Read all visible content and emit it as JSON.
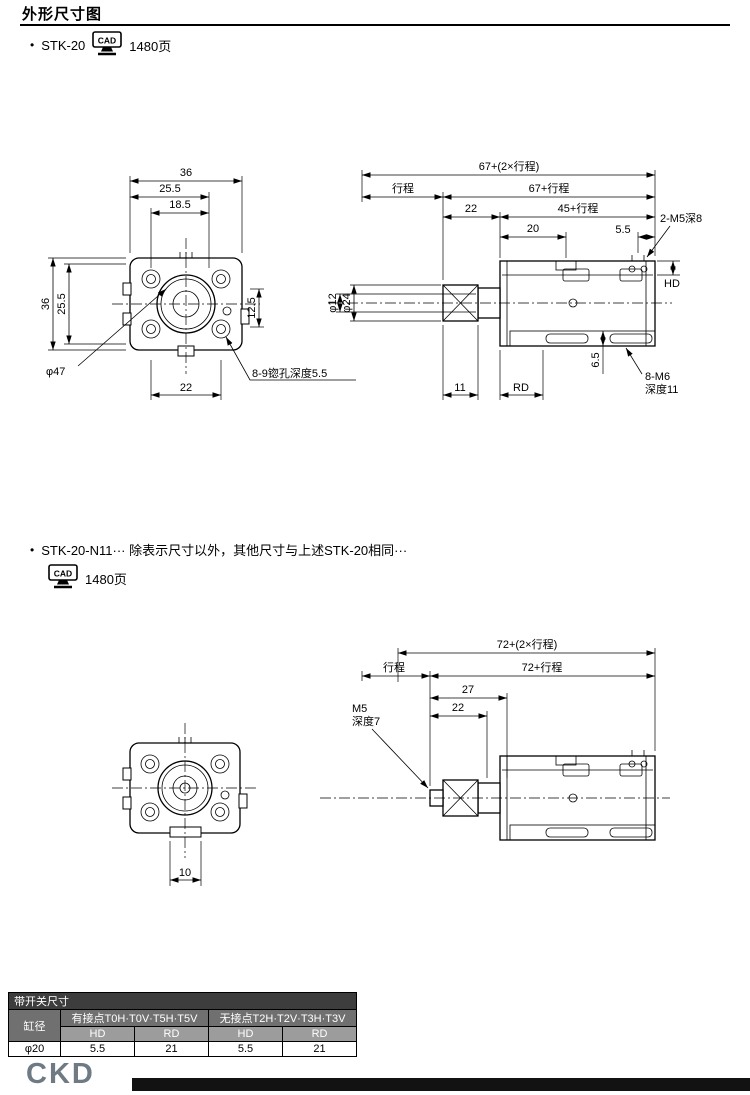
{
  "header": {
    "title": "外形尺寸图"
  },
  "section1": {
    "bullet": "•",
    "model": "STK-20",
    "cad_icon_label": "CAD",
    "page_ref": "1480页"
  },
  "section2": {
    "bullet": "•",
    "note": "STK-20-N11··· 除表示尺寸以外，其他尺寸与上述STK-20相同···",
    "cad_icon_label": "CAD",
    "page_ref": "1480页"
  },
  "drawing1_front": {
    "dim_top_outer": "36",
    "dim_top_mid": "25.5",
    "dim_top_inner": "18.5",
    "dim_left_outer": "36",
    "dim_left_inner": "25.5",
    "dim_right": "12.5",
    "dim_bottom": "22",
    "dim_diagonal": "φ47",
    "note_counterbore": "8-9锪孔深度5.5"
  },
  "drawing1_side": {
    "dim_total": "67+(2×行程)",
    "dim_stroke": "行程",
    "dim_body": "67+行程",
    "dim_nose": "22",
    "dim_45": "45+行程",
    "dim_20": "20",
    "dim_55": "5.5",
    "note_port": "2-M5深8",
    "label_hd": "HD",
    "dim_head_dia": "φ24",
    "dim_rod_dia": "φ12",
    "dim_11": "11",
    "label_rd": "RD",
    "dim_65": "6.5",
    "note_mount_1": "8-M6",
    "note_mount_2": "深度11"
  },
  "drawing2_front": {
    "dim_bottom": "10"
  },
  "drawing2_side": {
    "dim_total": "72+(2×行程)",
    "dim_stroke": "行程",
    "dim_body": "72+行程",
    "dim_27": "27",
    "dim_22": "22",
    "note_thread_1": "M5",
    "note_thread_2": "深度7"
  },
  "switch_table": {
    "title": "带开关尺寸",
    "col_bore": "缸径",
    "col_contact": "有接点T0H·T0V·T5H·T5V",
    "col_contactless": "无接点T2H·T2V·T3H·T3V",
    "sub_headers": [
      "HD",
      "RD",
      "HD",
      "RD"
    ],
    "rows": [
      {
        "bore": "φ20",
        "values": [
          "5.5",
          "21",
          "5.5",
          "21"
        ]
      }
    ]
  },
  "footer": {
    "logo": "CKD"
  }
}
